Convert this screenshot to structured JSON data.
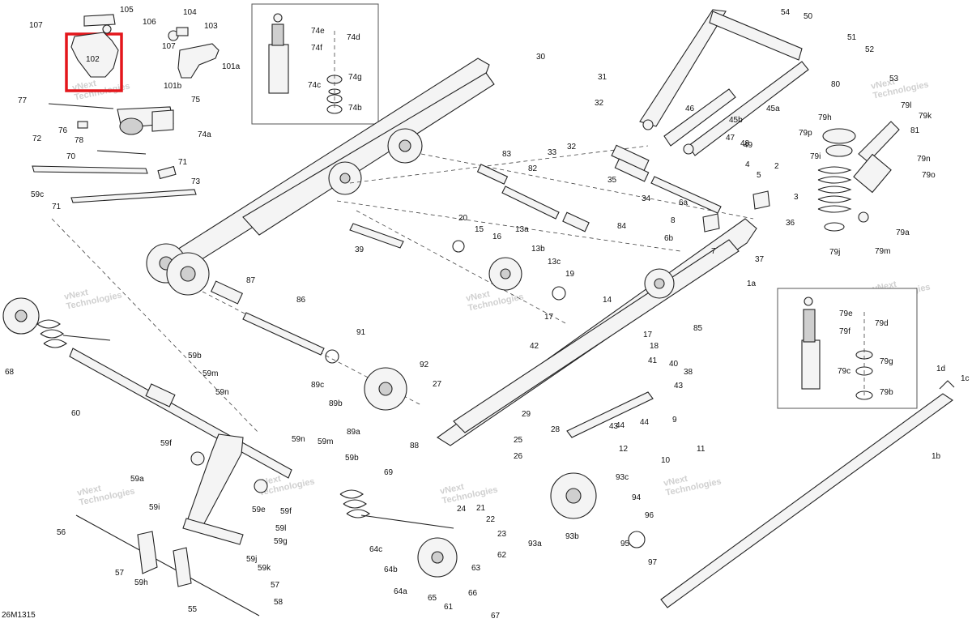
{
  "diagram_code": "26M1315",
  "watermark_lines": [
    "vNext",
    "Technologies"
  ],
  "highlight_color": "#e4161b",
  "callouts": [
    "1a",
    "1b",
    "1c",
    "1d",
    "2",
    "3",
    "4",
    "5",
    "6a",
    "6b",
    "7",
    "8",
    "9",
    "10",
    "11",
    "12",
    "13a",
    "13b",
    "13c",
    "14",
    "15",
    "16",
    "17",
    "18",
    "19",
    "20",
    "21",
    "22",
    "23",
    "24",
    "25",
    "26",
    "27",
    "28",
    "29",
    "30",
    "31",
    "32",
    "33",
    "34",
    "35",
    "36",
    "37",
    "38",
    "39",
    "40",
    "41",
    "42",
    "43",
    "44",
    "45a",
    "45b",
    "46",
    "47",
    "48",
    "49",
    "50",
    "51",
    "52",
    "53",
    "54",
    "55",
    "56",
    "57",
    "58",
    "59a",
    "59b",
    "59c",
    "59e",
    "59f",
    "59g",
    "59h",
    "59i",
    "59j",
    "59k",
    "59l",
    "59m",
    "59n",
    "60",
    "61",
    "62",
    "63",
    "64a",
    "64b",
    "64c",
    "65",
    "66",
    "67",
    "68",
    "69",
    "70",
    "71",
    "72",
    "73",
    "74a",
    "74b",
    "74c",
    "74d",
    "74e",
    "74f",
    "74g",
    "75",
    "76",
    "77",
    "78",
    "79a",
    "79b",
    "79c",
    "79d",
    "79e",
    "79f",
    "79g",
    "79h",
    "79i",
    "79j",
    "79k",
    "79l",
    "79m",
    "79n",
    "79o",
    "79p",
    "80",
    "81",
    "82",
    "83",
    "84",
    "85",
    "86",
    "87",
    "88",
    "89a",
    "89b",
    "89c",
    "91",
    "92",
    "93a",
    "93b",
    "93c",
    "94",
    "95",
    "96",
    "97",
    "101a",
    "101b",
    "102",
    "103",
    "104",
    "105",
    "106",
    "107"
  ]
}
